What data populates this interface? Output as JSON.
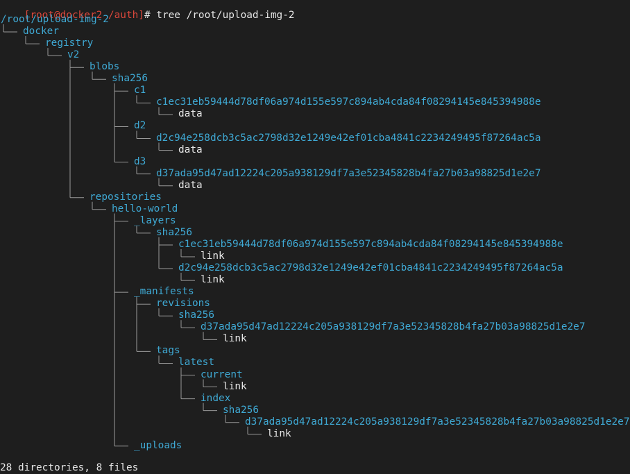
{
  "prompt": {
    "user_host_path": "[root@docker2 /auth]",
    "symbol": "#",
    "command": "tree /root/upload-img-2"
  },
  "tree": [
    {
      "depth": 0,
      "name": "/root/upload-img-2",
      "type": "dir"
    },
    {
      "depth": 1,
      "name": "docker",
      "type": "dir"
    },
    {
      "depth": 2,
      "name": "registry",
      "type": "dir"
    },
    {
      "depth": 3,
      "name": "v2",
      "type": "dir"
    },
    {
      "depth": 4,
      "name": "blobs",
      "type": "dir"
    },
    {
      "depth": 5,
      "name": "sha256",
      "type": "dir"
    },
    {
      "depth": 6,
      "name": "c1",
      "type": "dir"
    },
    {
      "depth": 7,
      "name": "c1ec31eb59444d78df06a974d155e597c894ab4cda84f08294145e845394988e",
      "type": "dir"
    },
    {
      "depth": 8,
      "name": "data",
      "type": "file"
    },
    {
      "depth": 6,
      "name": "d2",
      "type": "dir"
    },
    {
      "depth": 7,
      "name": "d2c94e258dcb3c5ac2798d32e1249e42ef01cba4841c2234249495f87264ac5a",
      "type": "dir"
    },
    {
      "depth": 8,
      "name": "data",
      "type": "file"
    },
    {
      "depth": 6,
      "name": "d3",
      "type": "dir"
    },
    {
      "depth": 7,
      "name": "d37ada95d47ad12224c205a938129df7a3e52345828b4fa27b03a98825d1e2e7",
      "type": "dir"
    },
    {
      "depth": 8,
      "name": "data",
      "type": "file"
    },
    {
      "depth": 4,
      "name": "repositories",
      "type": "dir"
    },
    {
      "depth": 5,
      "name": "hello-world",
      "type": "dir"
    },
    {
      "depth": 6,
      "name": "_layers",
      "type": "dir"
    },
    {
      "depth": 7,
      "name": "sha256",
      "type": "dir"
    },
    {
      "depth": 8,
      "name": "c1ec31eb59444d78df06a974d155e597c894ab4cda84f08294145e845394988e",
      "type": "dir"
    },
    {
      "depth": 9,
      "name": "link",
      "type": "file"
    },
    {
      "depth": 8,
      "name": "d2c94e258dcb3c5ac2798d32e1249e42ef01cba4841c2234249495f87264ac5a",
      "type": "dir"
    },
    {
      "depth": 9,
      "name": "link",
      "type": "file"
    },
    {
      "depth": 6,
      "name": "_manifests",
      "type": "dir"
    },
    {
      "depth": 7,
      "name": "revisions",
      "type": "dir"
    },
    {
      "depth": 8,
      "name": "sha256",
      "type": "dir"
    },
    {
      "depth": 9,
      "name": "d37ada95d47ad12224c205a938129df7a3e52345828b4fa27b03a98825d1e2e7",
      "type": "dir"
    },
    {
      "depth": 10,
      "name": "link",
      "type": "file"
    },
    {
      "depth": 7,
      "name": "tags",
      "type": "dir"
    },
    {
      "depth": 8,
      "name": "latest",
      "type": "dir"
    },
    {
      "depth": 9,
      "name": "current",
      "type": "dir"
    },
    {
      "depth": 10,
      "name": "link",
      "type": "file"
    },
    {
      "depth": 9,
      "name": "index",
      "type": "dir"
    },
    {
      "depth": 10,
      "name": "sha256",
      "type": "dir"
    },
    {
      "depth": 11,
      "name": "d37ada95d47ad12224c205a938129df7a3e52345828b4fa27b03a98825d1e2e7",
      "type": "dir"
    },
    {
      "depth": 12,
      "name": "link",
      "type": "file"
    },
    {
      "depth": 6,
      "name": "_uploads",
      "type": "dir"
    }
  ],
  "summary": "28 directories, 8 files",
  "colors": {
    "background": "#1e1e1e",
    "directory": "#3fa9d4",
    "file": "#e6e6e6",
    "prompt": "#d9473b",
    "tree_lines": "#9a9a9a"
  }
}
